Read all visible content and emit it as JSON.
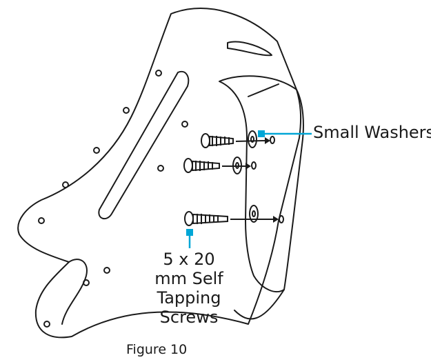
{
  "callouts": {
    "washers": "Small Washers",
    "screws_line1": "5 x 20",
    "screws_line2": "mm Self",
    "screws_line3": "Tapping",
    "screws_line4": "Screws"
  },
  "caption": "Figure 10",
  "colors": {
    "callout": "#00a6d6",
    "line": "#1a1a1a",
    "background": "#ffffff"
  }
}
